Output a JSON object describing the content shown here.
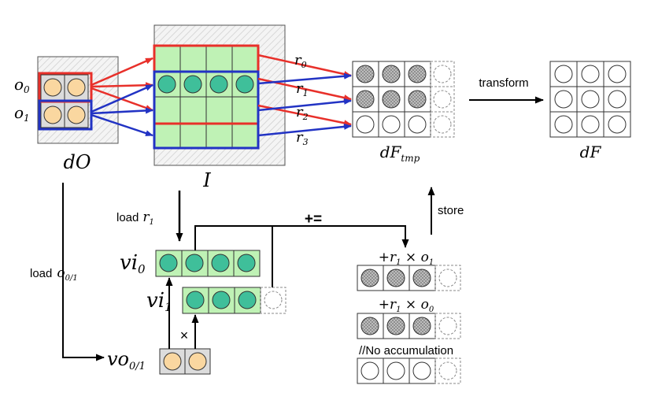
{
  "labels": {
    "o0": "o",
    "o0_sub": "0",
    "o1": "o",
    "o1_sub": "1",
    "dO": "dO",
    "I": "I",
    "r0": "r",
    "r0_sub": "0",
    "r1": "r",
    "r1_sub": "1",
    "r2": "r",
    "r2_sub": "2",
    "r3": "r",
    "r3_sub": "3",
    "dF_tmp": "dF",
    "dF_tmp_sub": "tmp",
    "transform": "transform",
    "dF": "dF",
    "store": "store",
    "plus_eq": "+=",
    "load_r1_text": "load",
    "load_r1_var": "r",
    "load_r1_sub": "1",
    "load_o_text": "load",
    "load_o_var": "o",
    "load_o_sub": "0/1",
    "vi0": "vi",
    "vi0_sub": "0",
    "vi1": "vi",
    "vi1_sub": "1",
    "vo": "vo",
    "vo_sub": "0/1",
    "times": "×",
    "acc1_pre": "+r",
    "acc1_sub1": "1",
    "acc1_mid": " × o",
    "acc1_sub2": "1",
    "acc2_pre": "+r",
    "acc2_sub1": "1",
    "acc2_mid": " × o",
    "acc2_sub2": "0",
    "no_acc": "//No accumulation"
  },
  "colors": {
    "red": "#e8302a",
    "blue": "#2233c4",
    "green_cell": "#bff2b5",
    "teal_circle": "#3fbf9a",
    "peach_circle": "#fad7a0",
    "gray_cell": "#dcdcdc",
    "hatched": "#8c8c8c"
  }
}
